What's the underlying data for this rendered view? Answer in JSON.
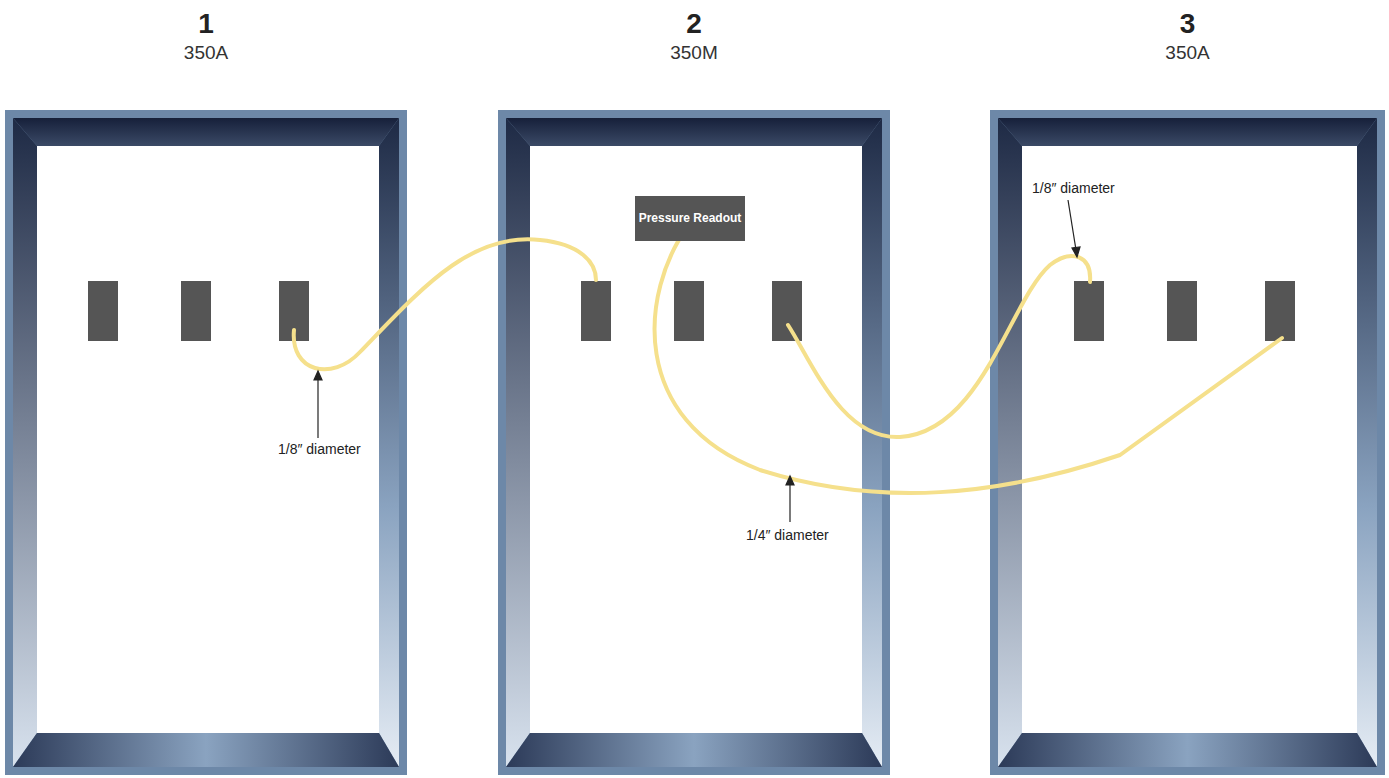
{
  "diagram": {
    "nodes": [
      {
        "text": [
          "1",
          "350A"
        ]
      },
      {
        "text": [
          "2",
          "350M"
        ]
      },
      {
        "text": [
          "Pressure Readout"
        ],
        "in": 1
      },
      {
        "text": [
          "3",
          "350A"
        ]
      }
    ],
    "labels": [
      "1/8″ diameter",
      "1/4″ diameter",
      "1/8″ diameter"
    ]
  }
}
